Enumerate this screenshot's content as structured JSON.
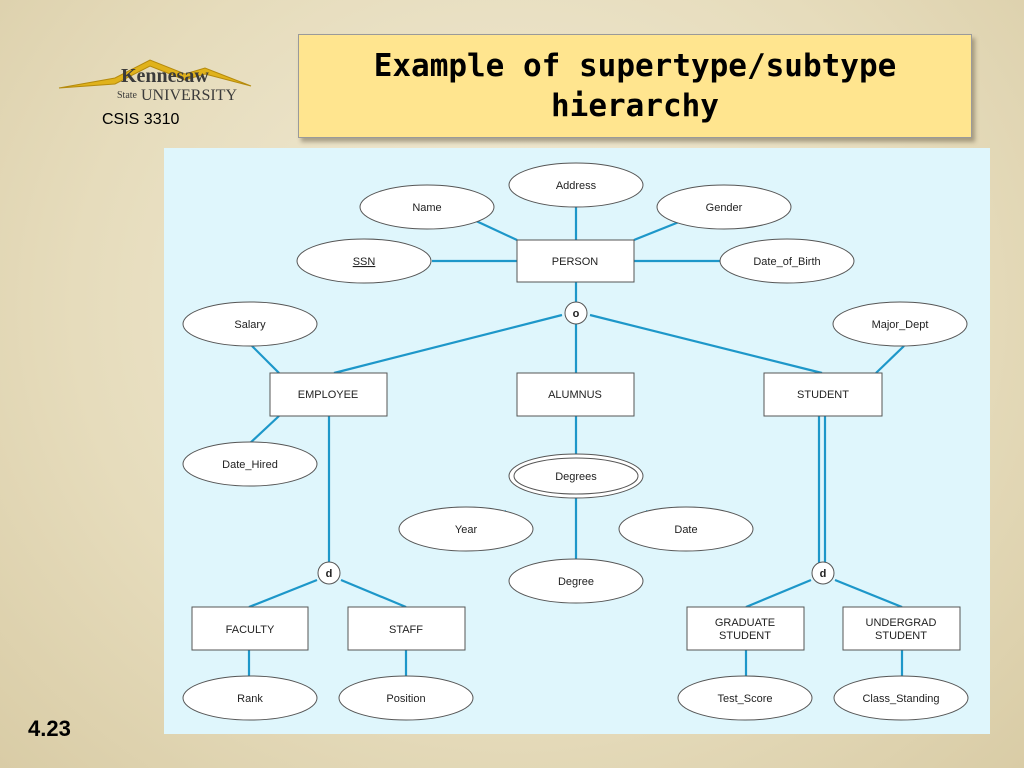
{
  "header": {
    "logo_line1": "Kennesaw",
    "logo_line2_small": "State",
    "logo_line2": "UNIVERSITY",
    "course": "CSIS 3310",
    "title": "Example of supertype/subtype hierarchy"
  },
  "footer": {
    "slide_number": "4.23"
  },
  "diagram": {
    "entities": {
      "person": "PERSON",
      "employee": "EMPLOYEE",
      "alumnus": "ALUMNUS",
      "student": "STUDENT",
      "faculty": "FACULTY",
      "staff": "STAFF",
      "graduate_1": "GRADUATE",
      "graduate_2": "STUDENT",
      "undergrad_1": "UNDERGRAD",
      "undergrad_2": "STUDENT"
    },
    "attributes": {
      "address": "Address",
      "name": "Name",
      "gender": "Gender",
      "ssn": "SSN",
      "date_of_birth": "Date_of_Birth",
      "salary": "Salary",
      "major_dept": "Major_Dept",
      "date_hired": "Date_Hired",
      "degrees": "Degrees",
      "year": "Year",
      "date": "Date",
      "degree": "Degree",
      "rank": "Rank",
      "position": "Position",
      "test_score": "Test_Score",
      "class_standing": "Class_Standing"
    },
    "constraints": {
      "overlap": "o",
      "disjoint_employee": "d",
      "disjoint_student": "d"
    },
    "colors": {
      "line": "#1d97c9",
      "background": "#dff6fc"
    }
  }
}
